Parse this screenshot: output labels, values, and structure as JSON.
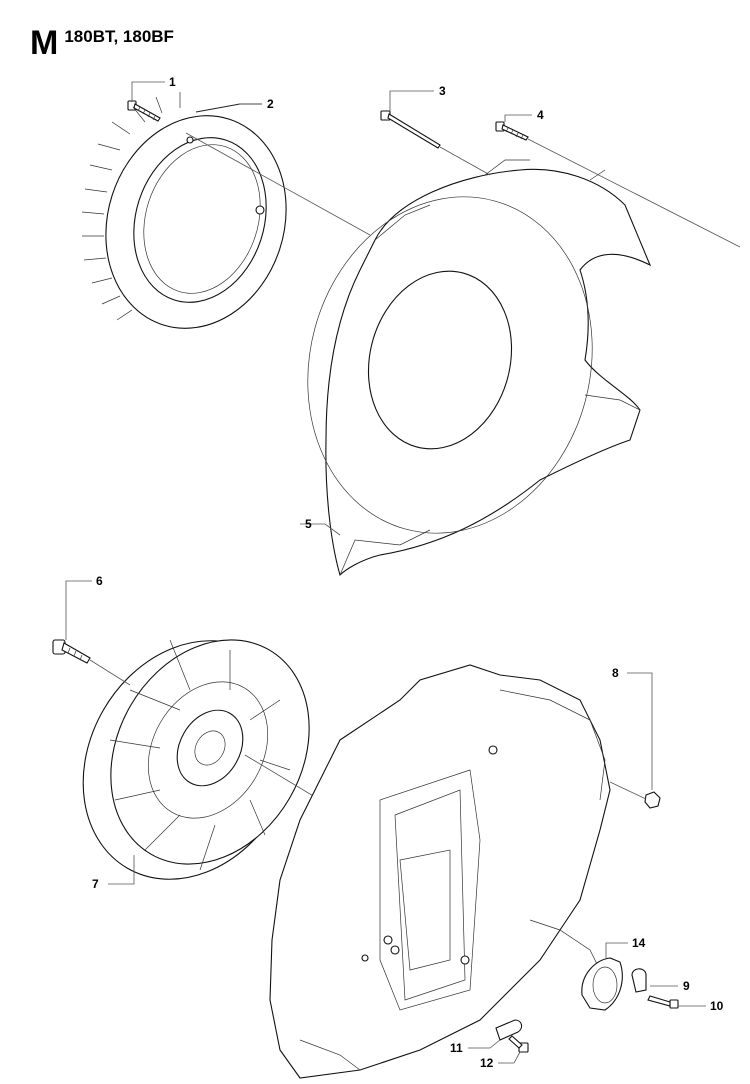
{
  "header": {
    "section_letter": "M",
    "models": "180BT, 180BF"
  },
  "callouts": [
    {
      "id": "c1",
      "label": "1"
    },
    {
      "id": "c2",
      "label": "2"
    },
    {
      "id": "c3",
      "label": "3"
    },
    {
      "id": "c4",
      "label": "4"
    },
    {
      "id": "c5",
      "label": "5"
    },
    {
      "id": "c6",
      "label": "6"
    },
    {
      "id": "c7",
      "label": "7"
    },
    {
      "id": "c8",
      "label": "8"
    },
    {
      "id": "c9",
      "label": "9"
    },
    {
      "id": "c10",
      "label": "10"
    },
    {
      "id": "c11",
      "label": "11"
    },
    {
      "id": "c12",
      "label": "12"
    },
    {
      "id": "c14",
      "label": "14"
    }
  ]
}
